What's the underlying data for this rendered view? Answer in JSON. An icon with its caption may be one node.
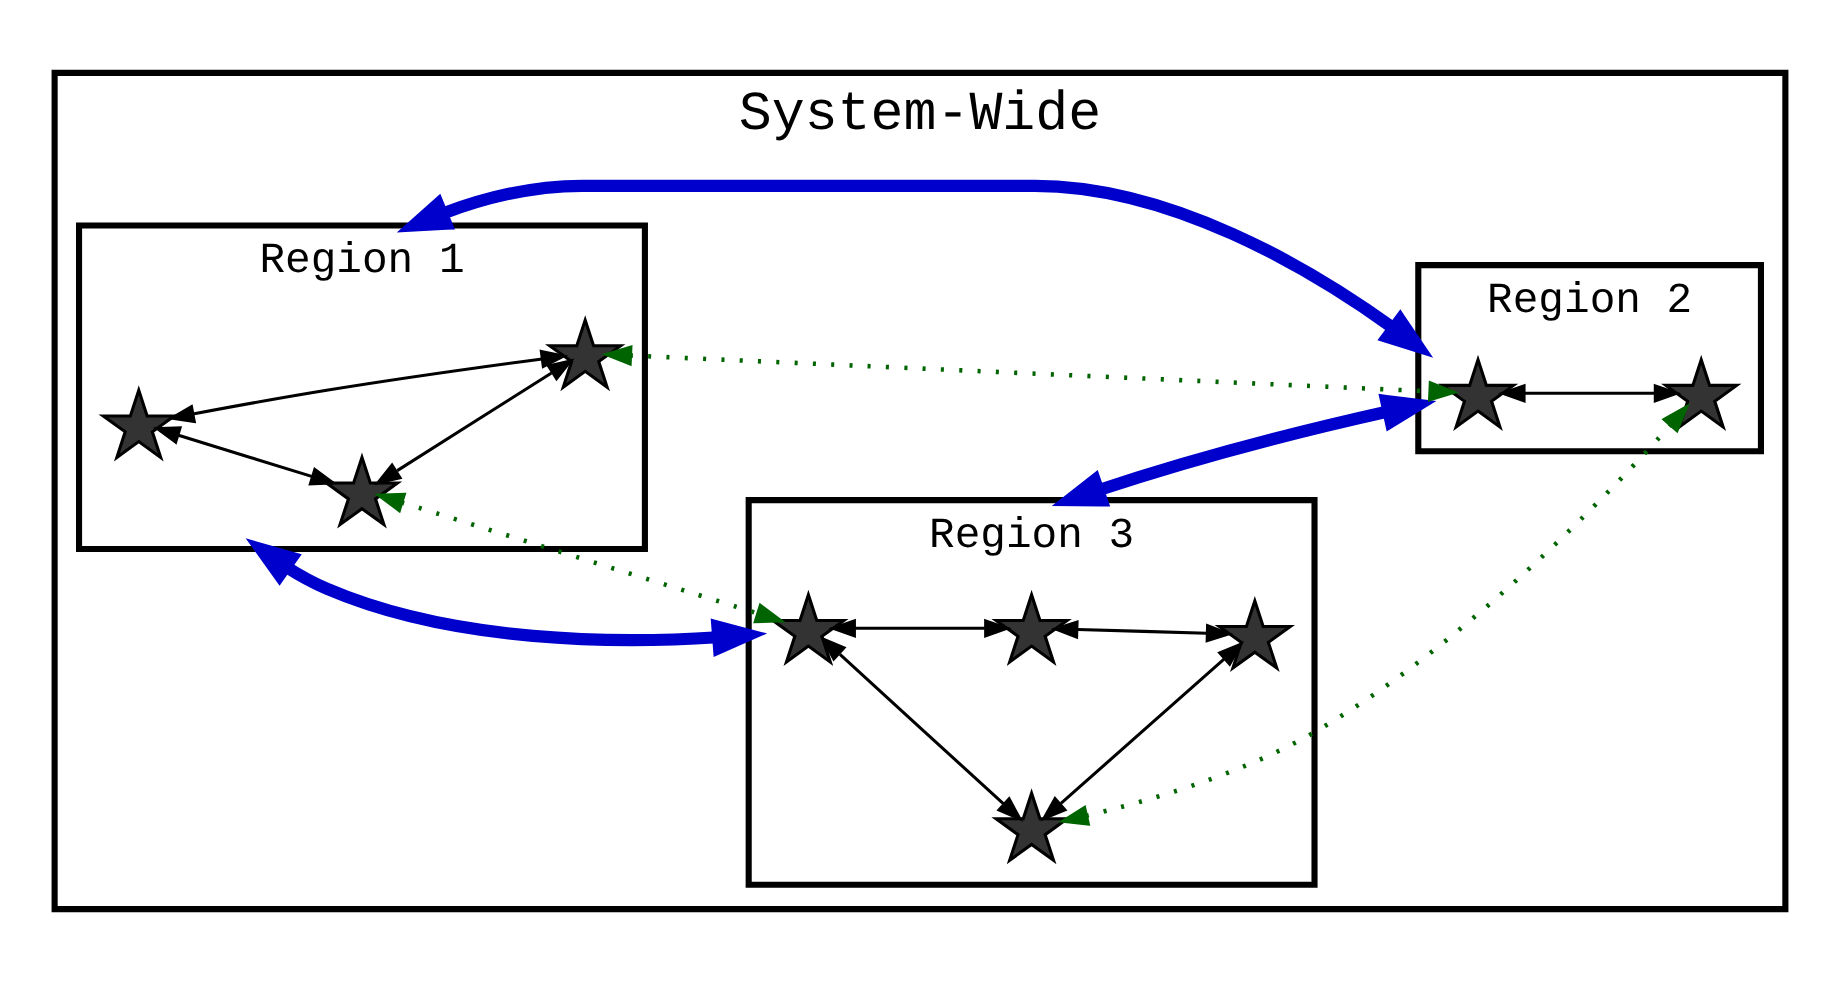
{
  "diagram": {
    "nodes": [
      {
        "text": [
          "System-Wide"
        ]
      },
      {
        "text": [
          "Region 3"
        ],
        "in": 0
      },
      {
        "text": [],
        "shape": "star",
        "in": 1
      },
      {
        "text": [],
        "shape": "star",
        "in": 1
      },
      {
        "text": [],
        "shape": "star",
        "in": 1
      },
      {
        "text": [],
        "shape": "star",
        "in": 1
      },
      {
        "text": [
          "Region 1"
        ],
        "in": 0
      },
      {
        "text": [],
        "shape": "star",
        "in": 6
      },
      {
        "text": [],
        "shape": "star",
        "in": 6
      },
      {
        "text": [],
        "shape": "star",
        "in": 6
      },
      {
        "text": [
          "Region 2"
        ],
        "in": 0
      },
      {
        "text": [],
        "shape": "star",
        "in": 10
      },
      {
        "text": [],
        "shape": "star",
        "in": 10
      }
    ],
    "edges": [
      {
        "from": 2,
        "to": 3,
        "arrow": "both"
      },
      {
        "from": 3,
        "to": 5,
        "arrow": "both"
      },
      {
        "from": 2,
        "to": 4,
        "arrow": "both"
      },
      {
        "from": 4,
        "to": 5,
        "arrow": "both"
      },
      {
        "from": 7,
        "to": 8,
        "arrow": "both"
      },
      {
        "from": 7,
        "to": 9,
        "arrow": "both"
      },
      {
        "from": 8,
        "to": 9,
        "arrow": "both"
      },
      {
        "from": 11,
        "to": 12,
        "arrow": "both"
      },
      {
        "from": 8,
        "to": 2,
        "arrow": "both",
        "style": "dashed",
        "color": "#006400"
      },
      {
        "from": 3,
        "to": 12,
        "arrow": "both",
        "style": "dashed",
        "color": "#006400"
      },
      {
        "from": 9,
        "to": 11,
        "arrow": "both",
        "style": "dashed",
        "color": "#006400"
      },
      {
        "from": 6,
        "to": 1,
        "arrow": "both",
        "style": "thick",
        "color": "#0000cc"
      },
      {
        "from": 1,
        "to": 10,
        "arrow": "both",
        "style": "thick",
        "color": "#0000cc"
      },
      {
        "from": 6,
        "to": 10,
        "arrow": "both",
        "style": "thick",
        "color": "#0000cc"
      }
    ]
  }
}
